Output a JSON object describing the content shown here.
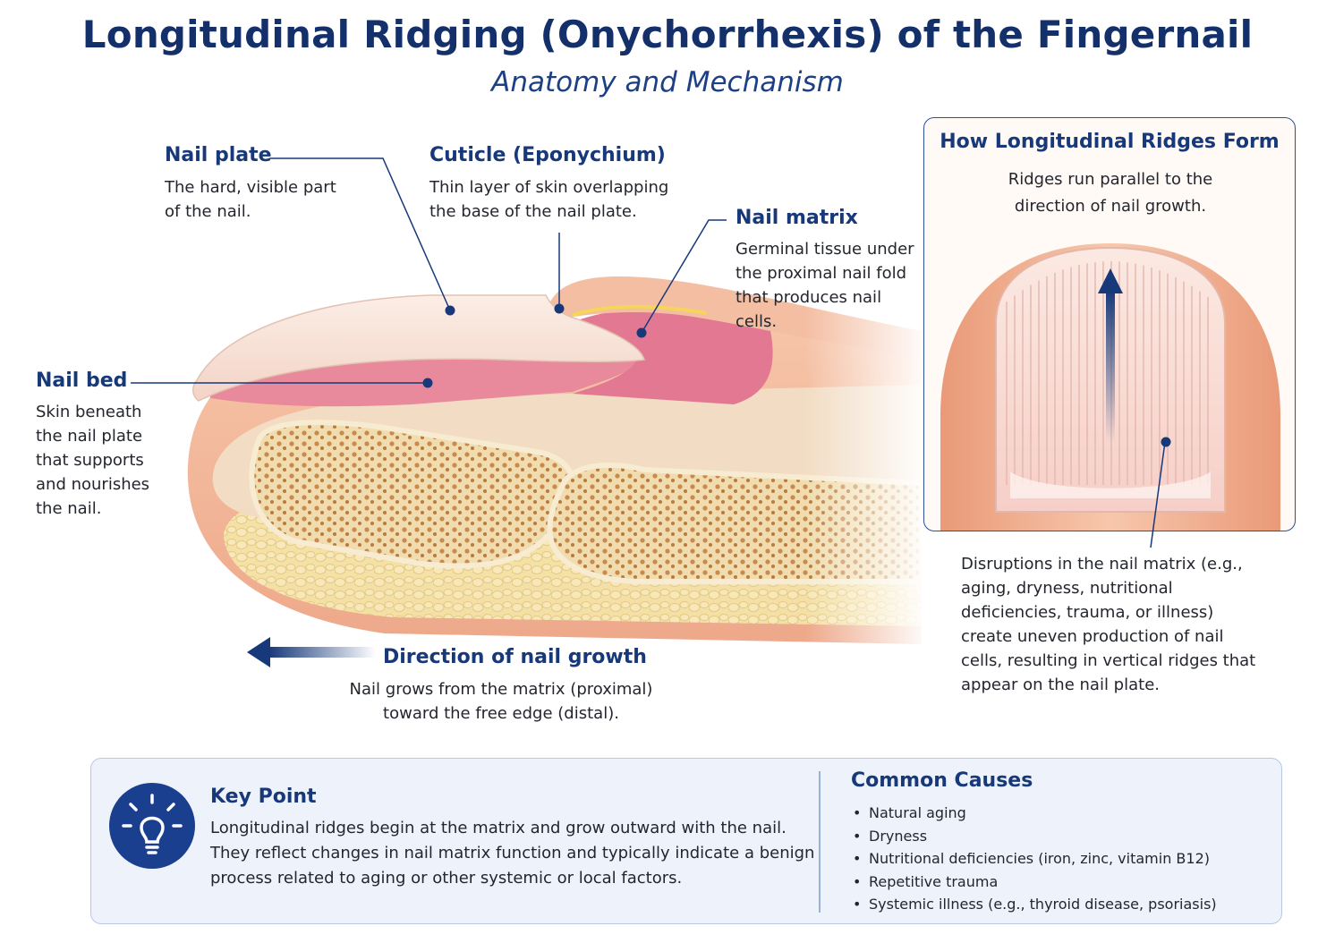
{
  "header": {
    "title": "Longitudinal Ridging (Onychorrhexis) of the Fingernail",
    "subtitle": "Anatomy and Mechanism"
  },
  "labels": {
    "nail_plate": {
      "title": "Nail plate",
      "description": "The hard, visible part of the nail."
    },
    "cuticle": {
      "title": "Cuticle (Eponychium)",
      "description": "Thin layer of skin overlapping the base of the nail plate."
    },
    "nail_matrix": {
      "title": "Nail matrix",
      "description": "Germinal tissue under the proximal nail fold that produces nail cells."
    },
    "nail_bed": {
      "title": "Nail bed",
      "description": "Skin beneath the nail plate that supports and nourishes the nail."
    }
  },
  "growth": {
    "title": "Direction of nail growth",
    "description": "Nail grows from the matrix (proximal) toward the free edge (distal)."
  },
  "ridges_panel": {
    "title": "How Longitudinal Ridges Form",
    "description": "Ridges run parallel to the direction of nail growth.",
    "disruption_text": "Disruptions in the nail matrix (e.g., aging, dryness, nutritional deficiencies, trauma, or illness) create uneven production of nail cells, resulting in vertical ridges that appear on the nail plate."
  },
  "key_point": {
    "title": "Key Point",
    "text": "Longitudinal ridges begin at the matrix and grow outward with the nail. They reflect changes in nail matrix function and typically indicate a benign process related to aging or other systemic or local factors."
  },
  "causes": {
    "title": "Common Causes",
    "items": [
      "Natural aging",
      "Dryness",
      "Nutritional deficiencies (iron, zinc, vitamin B12)",
      "Repetitive trauma",
      "Systemic illness (e.g., thyroid disease, psoriasis)"
    ]
  },
  "colors": {
    "accent": "#17397a",
    "skin": "#f2b89a",
    "nail_bed": "#e88a9c",
    "bone": "#f2e2bd",
    "panel_border": "#2d4f9c"
  },
  "icons": {
    "bulb": "lightbulb-icon",
    "growth_arrow": "arrow-left-icon",
    "ridge_arrow": "arrow-up-icon"
  }
}
